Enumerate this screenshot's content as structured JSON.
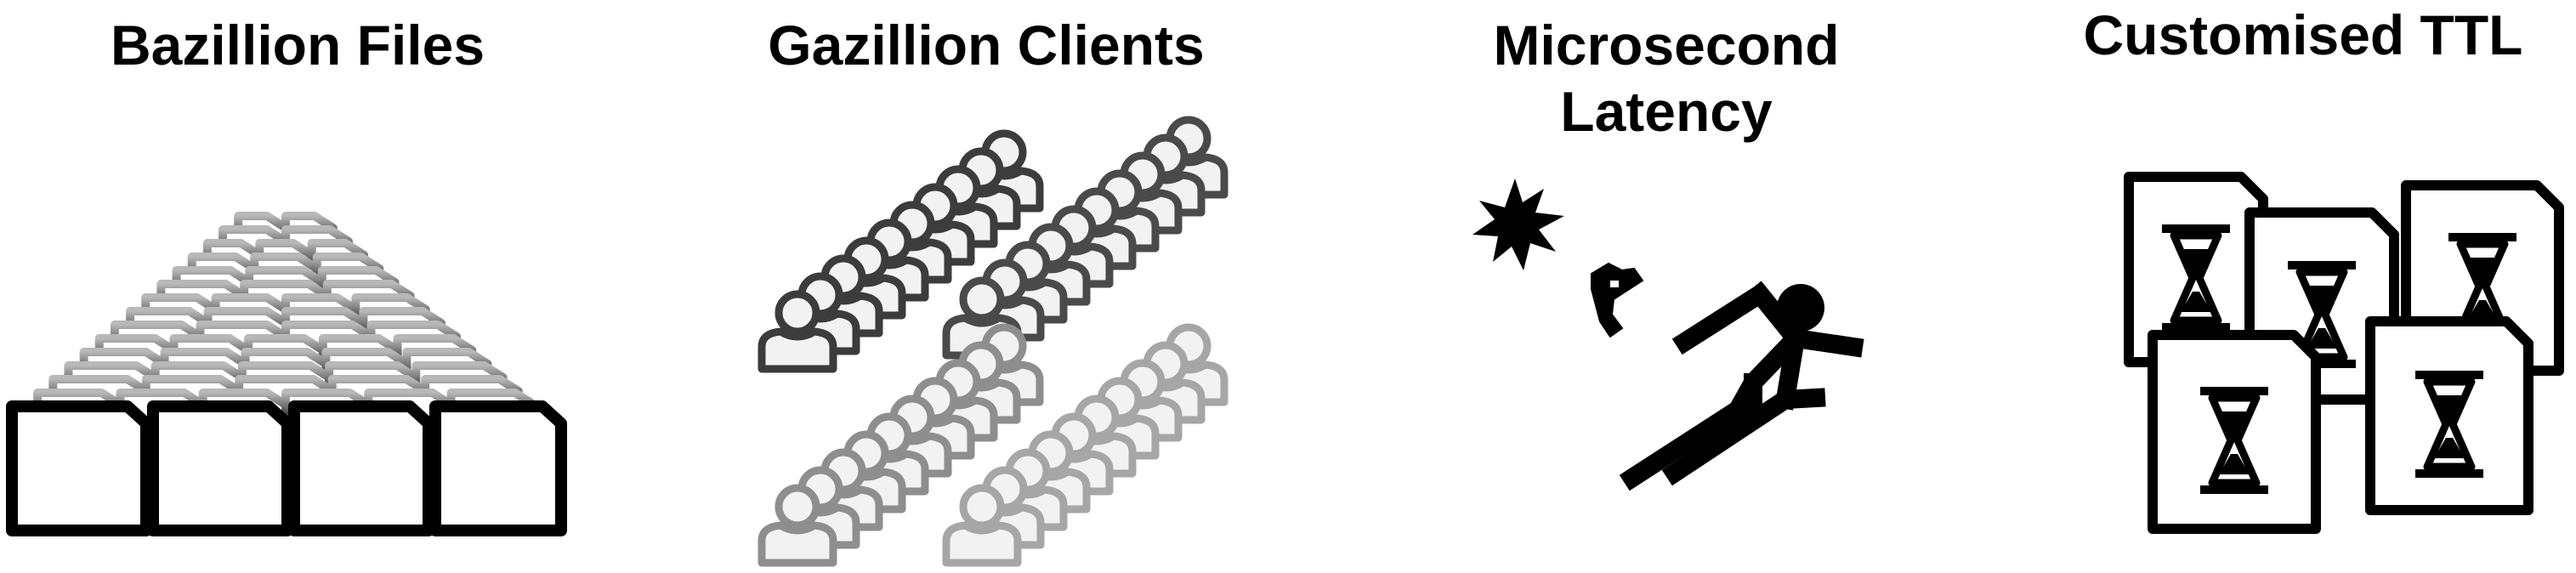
{
  "panels": [
    {
      "title": "Bazillion Files",
      "icon": "stacked-files-icon"
    },
    {
      "title": "Gazillion Clients",
      "icon": "crowd-of-users-icon"
    },
    {
      "title": "Microsecond\nLatency",
      "icon": "bullet-dodging-figure-icon"
    },
    {
      "title": "Customised TTL",
      "icon": "files-with-hourglass-icon"
    }
  ],
  "colors": {
    "ink": "#000000",
    "grey": "#808080",
    "fill": "#f2f2f2",
    "background": "#ffffff"
  }
}
